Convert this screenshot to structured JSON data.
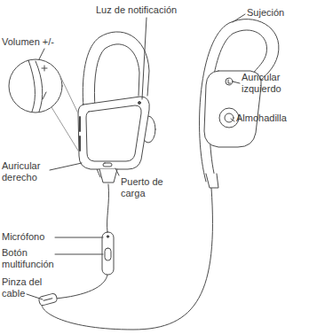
{
  "diagram": {
    "labels": [
      "Luz de notificación",
      "Sujeción",
      "Volumen +/-",
      "Auricular izquierdo",
      "Almohadilla",
      "Auricular derecho",
      "Puerto de carga",
      "Micrófono",
      "Botón multifunción",
      "Pinza del cable"
    ]
  }
}
